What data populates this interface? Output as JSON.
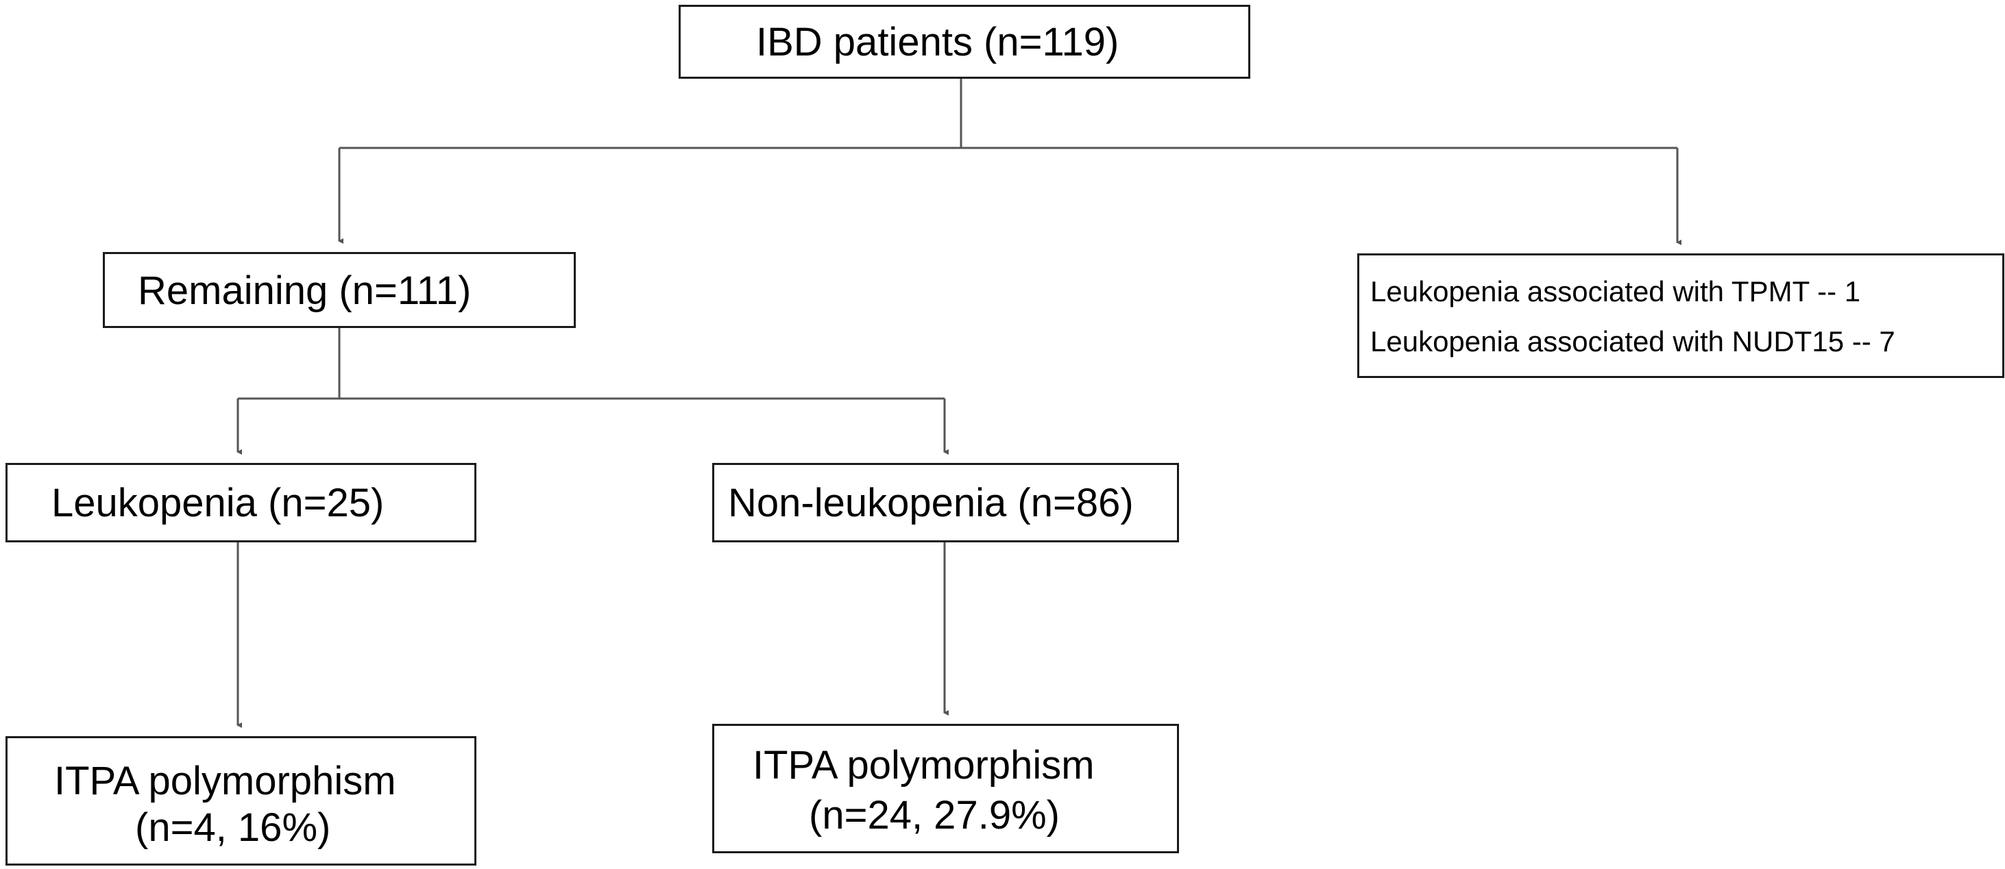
{
  "nodes": {
    "root": {
      "label": "IBD patients (n=119)"
    },
    "remaining": {
      "label": "Remaining (n=111)"
    },
    "excluded": {
      "lines": [
        "Leukopenia associated with TPMT -- 1",
        "Leukopenia associated with NUDT15 -- 7"
      ]
    },
    "leukopenia": {
      "label": "Leukopenia (n=25)"
    },
    "non_leukopenia": {
      "label": "Non-leukopenia (n=86)"
    },
    "itpa_leukopenia": {
      "line1": "ITPA polymorphism",
      "line2": "(n=4, 16%)"
    },
    "itpa_non_leukopenia": {
      "line1": "ITPA polymorphism",
      "line2": "(n=24, 27.9%)"
    }
  },
  "edges": [
    {
      "from": "root",
      "to": "remaining"
    },
    {
      "from": "root",
      "to": "excluded"
    },
    {
      "from": "remaining",
      "to": "leukopenia"
    },
    {
      "from": "remaining",
      "to": "non_leukopenia"
    },
    {
      "from": "leukopenia",
      "to": "itpa_leukopenia"
    },
    {
      "from": "non_leukopenia",
      "to": "itpa_non_leukopenia"
    }
  ],
  "colors": {
    "box_border": "#1a1a1a",
    "connector": "#555555",
    "text": "#000000"
  }
}
